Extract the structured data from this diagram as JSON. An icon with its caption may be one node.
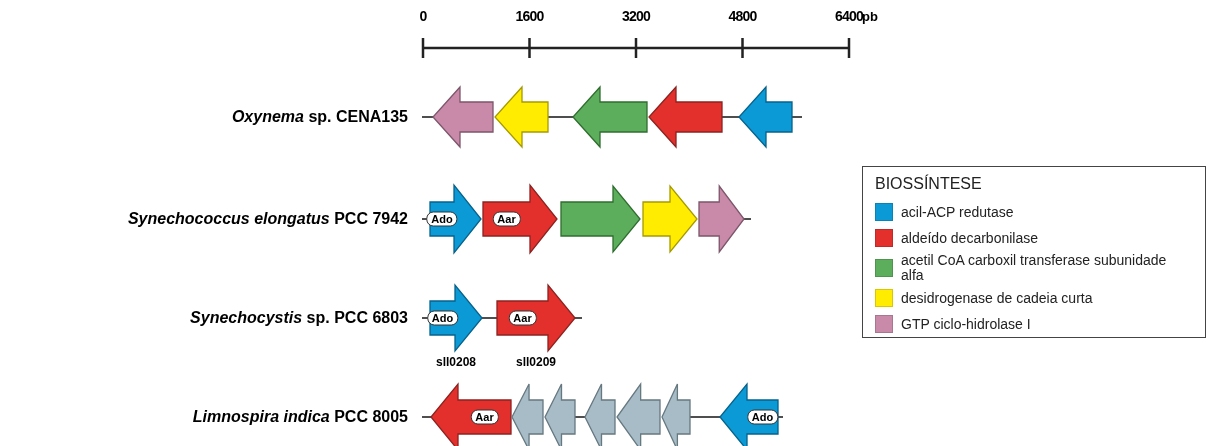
{
  "diagram": {
    "nodes": [
      {
        "text": [],
        "shape": "arrow"
      },
      {
        "text": [],
        "shape": "arrow"
      },
      {
        "text": [],
        "shape": "arrow"
      },
      {
        "text": [],
        "shape": "arrow"
      },
      {
        "text": [],
        "shape": "arrow"
      },
      {
        "text": [
          "Ado"
        ]
      },
      {
        "text": [
          "Aar"
        ]
      },
      {
        "text": [],
        "shape": "arrow"
      },
      {
        "text": [],
        "shape": "arrow"
      },
      {
        "text": [],
        "shape": "arrow"
      },
      {
        "text": [
          "Ado"
        ],
        "beside": [
          "sll0208"
        ]
      },
      {
        "text": [
          "Aar"
        ],
        "beside": [
          "sll0209"
        ]
      },
      {
        "text": [
          "Aar"
        ]
      },
      {
        "text": [],
        "shape": "arrow"
      },
      {
        "text": [],
        "shape": "arrow"
      },
      {
        "text": [],
        "shape": "arrow"
      },
      {
        "text": [],
        "shape": "arrow"
      },
      {
        "text": [],
        "shape": "arrow"
      },
      {
        "text": [
          "Ado"
        ]
      }
    ],
    "edges": [
      {
        "from": null,
        "to": 0,
        "arrow": "none"
      },
      {
        "from": 1,
        "to": 2,
        "arrow": "none"
      },
      {
        "from": 3,
        "to": 4,
        "arrow": "none"
      },
      {
        "from": 4,
        "to": null,
        "arrow": "none"
      },
      {
        "from": null,
        "to": 5,
        "arrow": "none"
      },
      {
        "from": 9,
        "to": null,
        "arrow": "none"
      },
      {
        "from": null,
        "to": 10,
        "arrow": "none"
      },
      {
        "from": 10,
        "to": 11,
        "arrow": "none"
      },
      {
        "from": 11,
        "to": null,
        "arrow": "none"
      },
      {
        "from": null,
        "to": 12,
        "arrow": "none"
      },
      {
        "from": 14,
        "to": 15,
        "arrow": "none"
      },
      {
        "from": 17,
        "to": 18,
        "arrow": "none"
      },
      {
        "from": 18,
        "to": null,
        "arrow": "none"
      }
    ],
    "labels": [
      "0",
      "1600",
      "3200",
      "4800",
      "6400",
      "pb",
      "*Oxynema* sp. CENA135",
      "*Synechococcus elongatus* PCC 7942",
      "*Synechocystis* sp. PCC 6803",
      "*Limnospira indica* PCC 8005",
      "BIOSSÍNTESE"
    ],
    "legend": [
      {
        "text": "acil-ACP redutase",
        "color": "#0b9ad6"
      },
      {
        "text": "aldeído decarbonilase",
        "color": "#e4302c"
      },
      {
        "text": "acetil CoA carboxil transferase subunidade alfa",
        "color": "#5cae5c"
      },
      {
        "text": "desidrogenase de cadeia curta",
        "color": "#ffec00"
      },
      {
        "text": "GTP ciclo-hidrolase I",
        "color": "#c88aa8"
      }
    ]
  }
}
